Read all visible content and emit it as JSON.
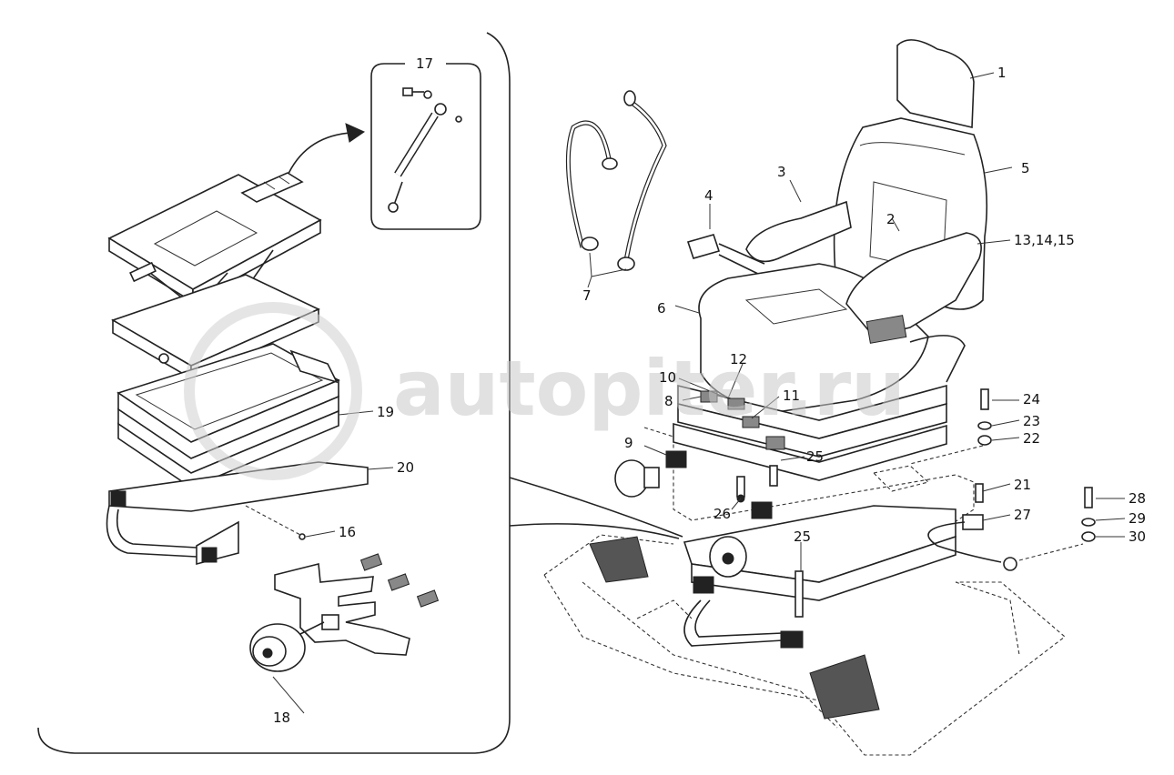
{
  "watermark": {
    "text": "autopiter.ru"
  },
  "callouts": {
    "c1": "1",
    "c2": "2",
    "c3": "3",
    "c4": "4",
    "c5": "5",
    "c6": "6",
    "c7": "7",
    "c8": "8",
    "c9": "9",
    "c10": "10",
    "c11": "11",
    "c12": "12",
    "c13": "13,14,15",
    "c16": "16",
    "c17": "17",
    "c18": "18",
    "c19": "19",
    "c20": "20",
    "c21": "21",
    "c22": "22",
    "c23": "23",
    "c24": "24",
    "c25a": "25",
    "c25b": "25",
    "c26": "26",
    "c27": "27",
    "c28": "28",
    "c29": "29",
    "c30": "30"
  }
}
